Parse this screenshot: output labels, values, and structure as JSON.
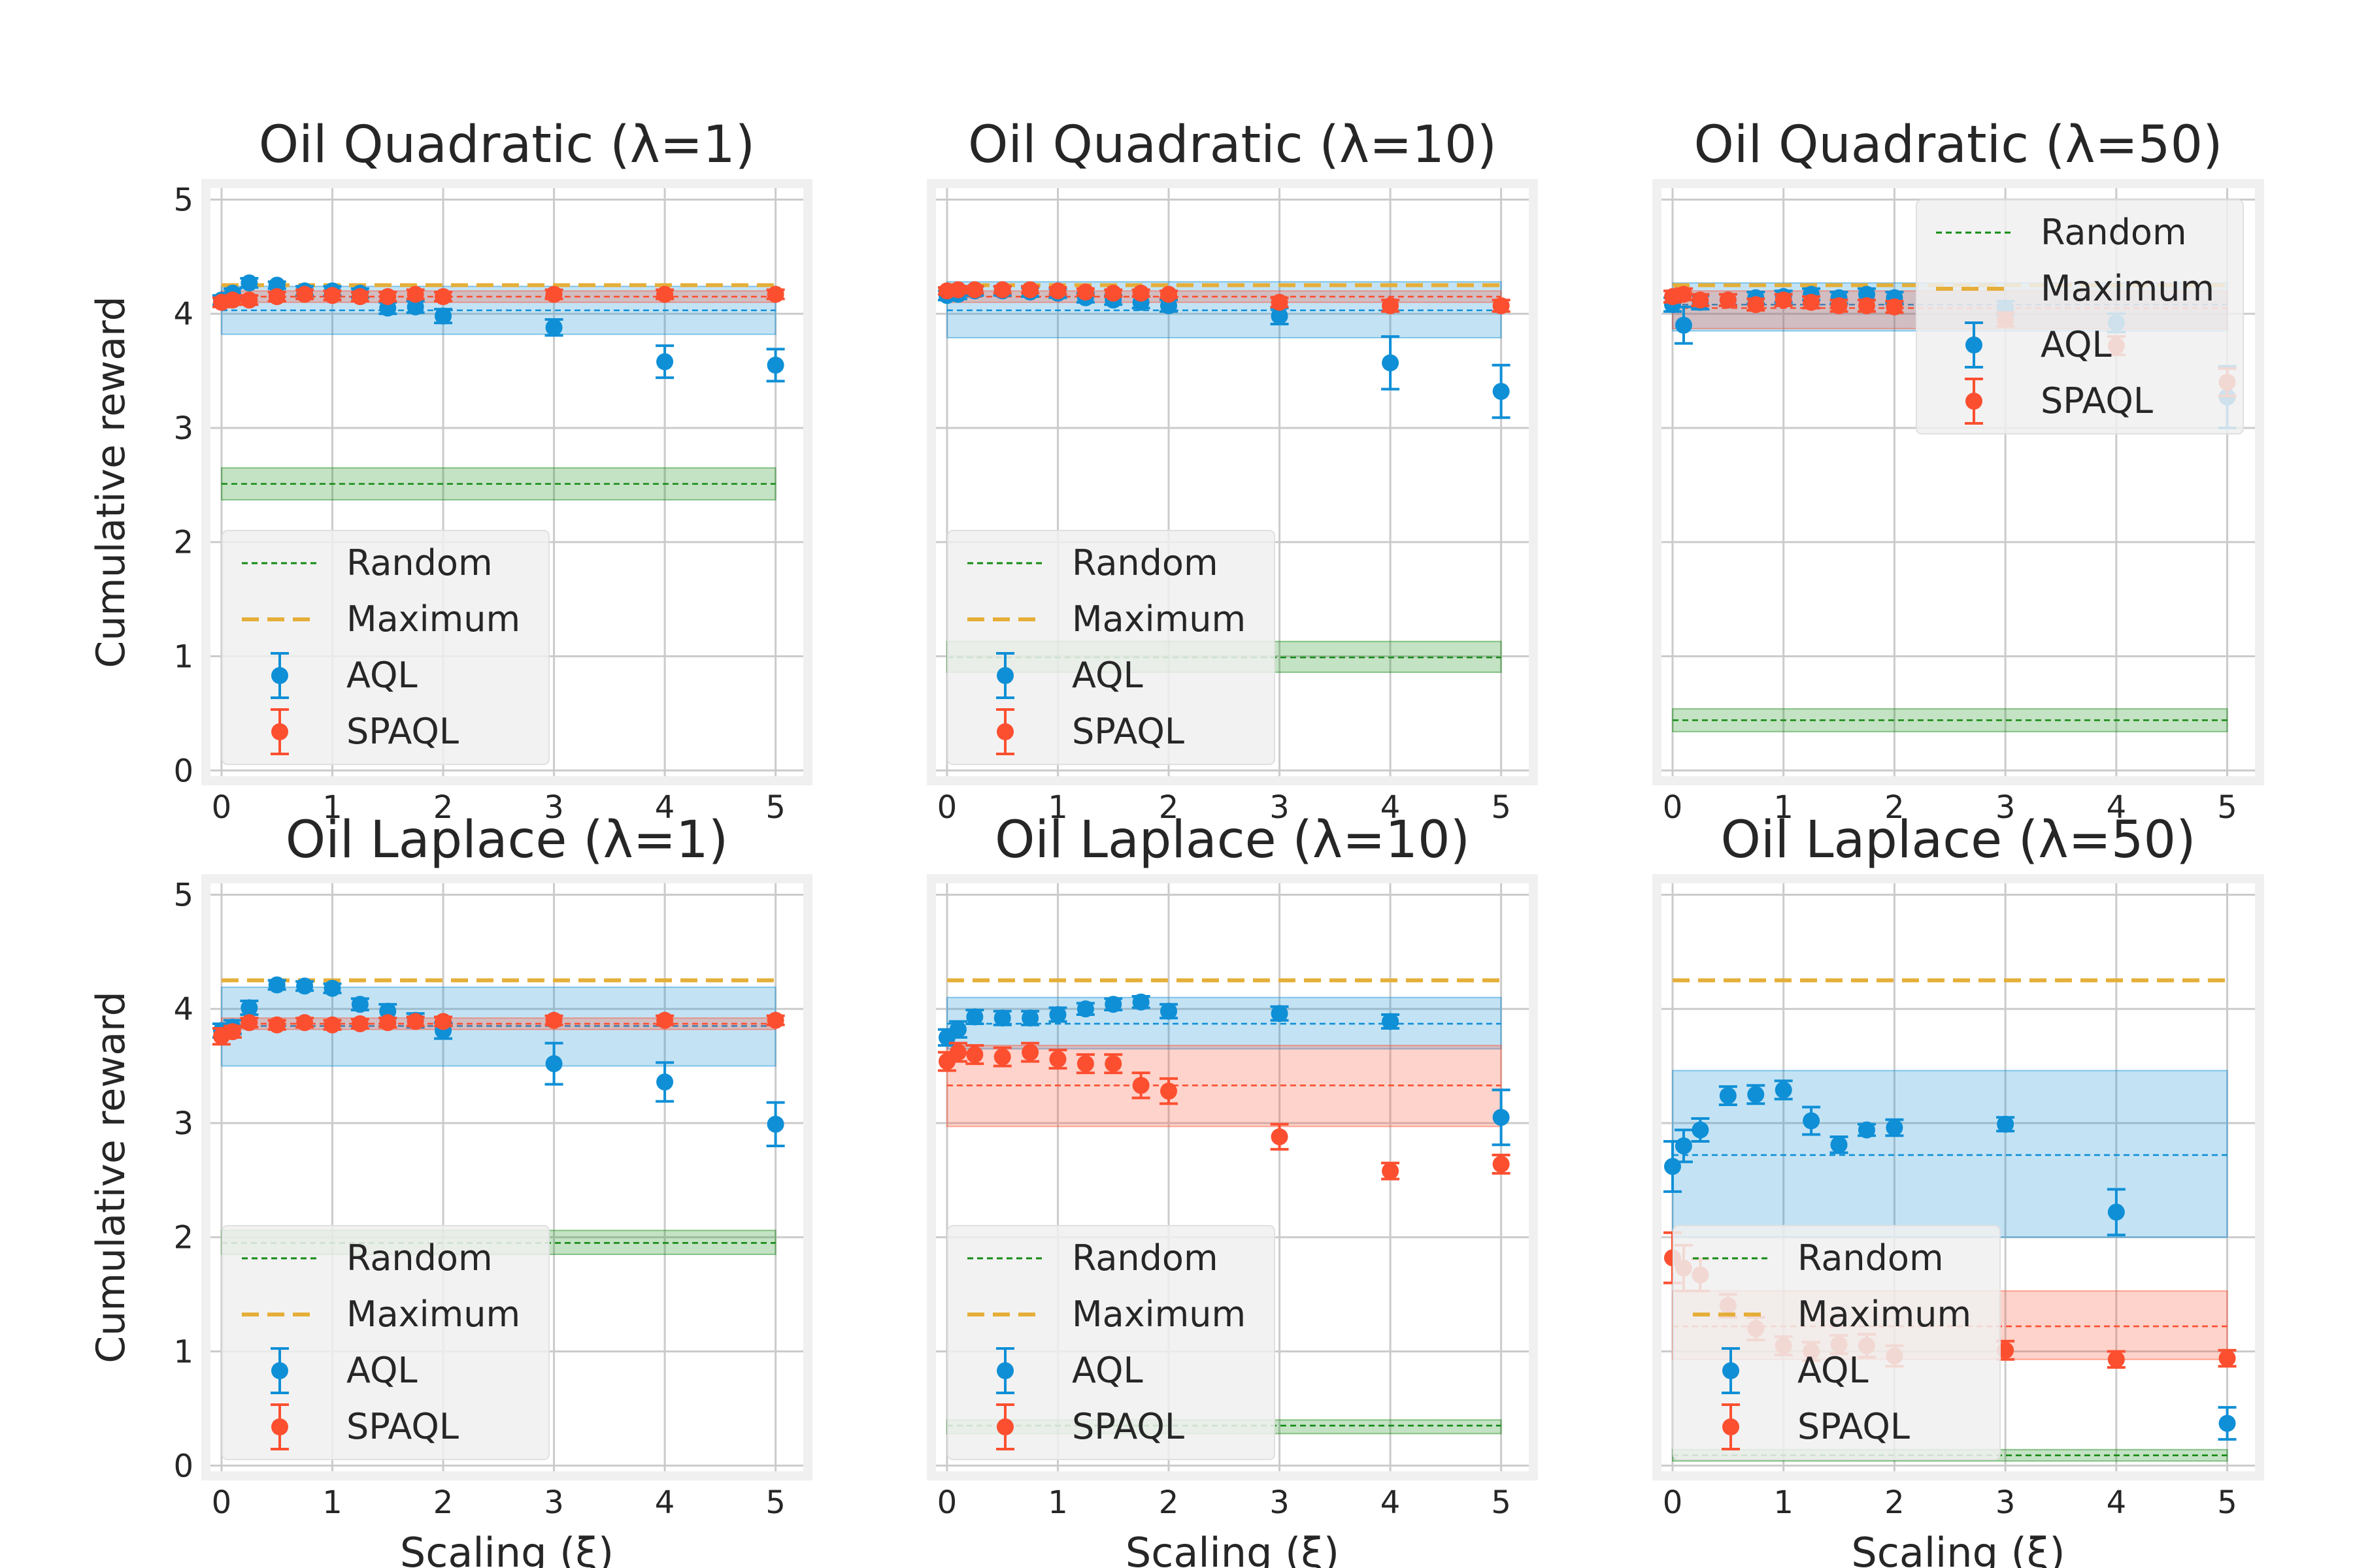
{
  "colors": {
    "aql": "#0f8fd6",
    "spaql": "#fc4f30",
    "random": "#138a13",
    "maximum": "#e5ae38",
    "grid": "#cbcbcb",
    "axes_bg": "#ffffff",
    "frame": "#f0f0f0"
  },
  "shared": {
    "xlabel": "Scaling (ξ)",
    "ylabel": "Cumulative reward",
    "legend_labels": [
      "Random",
      "Maximum",
      "AQL",
      "SPAQL"
    ]
  },
  "chart_data": [
    {
      "type": "scatter",
      "title": "Oil Quadratic (λ=1)",
      "xlabel": "",
      "ylabel": "Cumulative reward",
      "xlim": [
        -0.1,
        5.25
      ],
      "ylim": [
        -0.05,
        5.1
      ],
      "xticks": [
        0,
        1,
        2,
        3,
        4,
        5
      ],
      "yticks": [
        0,
        1,
        2,
        3,
        4,
        5
      ],
      "grid": true,
      "legend_position": "lower-left",
      "x": [
        0,
        0.1,
        0.25,
        0.5,
        0.75,
        1,
        1.25,
        1.5,
        1.75,
        2,
        3,
        4,
        5
      ],
      "series": [
        {
          "name": "AQL",
          "y": [
            4.12,
            4.18,
            4.27,
            4.25,
            4.2,
            4.2,
            4.18,
            4.05,
            4.06,
            3.98,
            3.88,
            3.58,
            3.55
          ],
          "err": [
            0.04,
            0.04,
            0.04,
            0.03,
            0.04,
            0.04,
            0.04,
            0.05,
            0.05,
            0.06,
            0.07,
            0.14,
            0.14
          ]
        },
        {
          "name": "SPAQL",
          "y": [
            4.1,
            4.12,
            4.12,
            4.15,
            4.17,
            4.16,
            4.15,
            4.15,
            4.17,
            4.15,
            4.17,
            4.17,
            4.17
          ],
          "err": [
            0.04,
            0.04,
            0.04,
            0.04,
            0.04,
            0.04,
            0.04,
            0.04,
            0.04,
            0.04,
            0.04,
            0.04,
            0.04
          ]
        },
        {
          "name": "Random",
          "mean": 2.51,
          "band": [
            2.37,
            2.65
          ]
        },
        {
          "name": "Maximum",
          "mean": 4.25
        },
        {
          "name": "AQL mean",
          "mean": 4.03,
          "band": [
            3.82,
            4.24
          ]
        },
        {
          "name": "SPAQL mean",
          "mean": 4.15,
          "band": [
            4.1,
            4.2
          ]
        }
      ]
    },
    {
      "type": "scatter",
      "title": "Oil Quadratic (λ=10)",
      "xlabel": "",
      "ylabel": "",
      "xlim": [
        -0.1,
        5.25
      ],
      "ylim": [
        -0.05,
        5.1
      ],
      "xticks": [
        0,
        1,
        2,
        3,
        4,
        5
      ],
      "yticks": [
        0,
        1,
        2,
        3,
        4,
        5
      ],
      "grid": true,
      "legend_position": "lower-left",
      "x": [
        0,
        0.1,
        0.25,
        0.5,
        0.75,
        1,
        1.25,
        1.5,
        1.75,
        2,
        3,
        4,
        5
      ],
      "series": [
        {
          "name": "AQL",
          "y": [
            4.16,
            4.17,
            4.2,
            4.2,
            4.19,
            4.18,
            4.14,
            4.12,
            4.1,
            4.07,
            3.98,
            3.57,
            3.32
          ],
          "err": [
            0.04,
            0.04,
            0.04,
            0.04,
            0.04,
            0.04,
            0.04,
            0.04,
            0.05,
            0.05,
            0.07,
            0.23,
            0.23
          ]
        },
        {
          "name": "SPAQL",
          "y": [
            4.2,
            4.21,
            4.21,
            4.21,
            4.21,
            4.2,
            4.19,
            4.18,
            4.18,
            4.17,
            4.1,
            4.07,
            4.07
          ],
          "err": [
            0.03,
            0.03,
            0.03,
            0.03,
            0.03,
            0.03,
            0.03,
            0.03,
            0.03,
            0.03,
            0.04,
            0.05,
            0.05
          ]
        },
        {
          "name": "Random",
          "mean": 0.99,
          "band": [
            0.86,
            1.13
          ]
        },
        {
          "name": "Maximum",
          "mean": 4.25
        },
        {
          "name": "AQL mean",
          "mean": 4.03,
          "band": [
            3.79,
            4.28
          ]
        },
        {
          "name": "SPAQL mean",
          "mean": 4.15,
          "band": [
            4.1,
            4.2
          ]
        }
      ]
    },
    {
      "type": "scatter",
      "title": "Oil Quadratic (λ=50)",
      "xlabel": "",
      "ylabel": "",
      "xlim": [
        -0.1,
        5.25
      ],
      "ylim": [
        -0.05,
        5.1
      ],
      "xticks": [
        0,
        1,
        2,
        3,
        4,
        5
      ],
      "yticks": [
        0,
        1,
        2,
        3,
        4,
        5
      ],
      "grid": true,
      "legend_position": "upper-right",
      "x": [
        0,
        0.1,
        0.25,
        0.5,
        0.75,
        1,
        1.25,
        1.5,
        1.75,
        2,
        3,
        4,
        5
      ],
      "series": [
        {
          "name": "AQL",
          "y": [
            4.08,
            3.9,
            4.1,
            4.12,
            4.14,
            4.15,
            4.17,
            4.14,
            4.17,
            4.14,
            4.05,
            3.92,
            3.27
          ],
          "err": [
            0.06,
            0.16,
            0.06,
            0.05,
            0.05,
            0.05,
            0.05,
            0.05,
            0.05,
            0.05,
            0.06,
            0.08,
            0.27
          ]
        },
        {
          "name": "SPAQL",
          "y": [
            4.15,
            4.17,
            4.12,
            4.12,
            4.08,
            4.12,
            4.1,
            4.07,
            4.07,
            4.06,
            3.95,
            3.72,
            3.4
          ],
          "err": [
            0.05,
            0.05,
            0.05,
            0.05,
            0.05,
            0.05,
            0.05,
            0.05,
            0.05,
            0.05,
            0.06,
            0.08,
            0.12
          ]
        },
        {
          "name": "Random",
          "mean": 0.44,
          "band": [
            0.34,
            0.54
          ]
        },
        {
          "name": "Maximum",
          "mean": 4.25
        },
        {
          "name": "AQL mean",
          "mean": 4.08,
          "band": [
            3.85,
            4.27
          ]
        },
        {
          "name": "SPAQL mean",
          "mean": 4.05,
          "band": [
            3.87,
            4.2
          ]
        }
      ]
    },
    {
      "type": "scatter",
      "title": "Oil Laplace (λ=1)",
      "xlabel": "Scaling (ξ)",
      "ylabel": "Cumulative reward",
      "xlim": [
        -0.1,
        5.25
      ],
      "ylim": [
        -0.05,
        5.1
      ],
      "xticks": [
        0,
        1,
        2,
        3,
        4,
        5
      ],
      "yticks": [
        0,
        1,
        2,
        3,
        4,
        5
      ],
      "grid": true,
      "legend_position": "lower-left",
      "x": [
        0,
        0.1,
        0.25,
        0.5,
        0.75,
        1,
        1.25,
        1.5,
        1.75,
        2,
        3,
        4,
        5
      ],
      "series": [
        {
          "name": "AQL",
          "y": [
            3.81,
            3.84,
            4.01,
            4.21,
            4.2,
            4.18,
            4.04,
            3.98,
            3.9,
            3.81,
            3.52,
            3.36,
            2.99
          ],
          "err": [
            0.06,
            0.06,
            0.06,
            0.04,
            0.04,
            0.04,
            0.05,
            0.06,
            0.06,
            0.07,
            0.18,
            0.17,
            0.19
          ]
        },
        {
          "name": "SPAQL",
          "y": [
            3.76,
            3.8,
            3.88,
            3.86,
            3.88,
            3.86,
            3.87,
            3.88,
            3.89,
            3.89,
            3.9,
            3.9,
            3.9
          ],
          "err": [
            0.07,
            0.05,
            0.04,
            0.04,
            0.04,
            0.04,
            0.04,
            0.04,
            0.04,
            0.04,
            0.04,
            0.04,
            0.04
          ]
        },
        {
          "name": "Random",
          "mean": 1.95,
          "band": [
            1.85,
            2.06
          ]
        },
        {
          "name": "Maximum",
          "mean": 4.25
        },
        {
          "name": "AQL mean",
          "mean": 3.85,
          "band": [
            3.5,
            4.19
          ]
        },
        {
          "name": "SPAQL mean",
          "mean": 3.87,
          "band": [
            3.82,
            3.92
          ]
        }
      ]
    },
    {
      "type": "scatter",
      "title": "Oil Laplace (λ=10)",
      "xlabel": "Scaling (ξ)",
      "ylabel": "",
      "xlim": [
        -0.1,
        5.25
      ],
      "ylim": [
        -0.05,
        5.1
      ],
      "xticks": [
        0,
        1,
        2,
        3,
        4,
        5
      ],
      "yticks": [
        0,
        1,
        2,
        3,
        4,
        5
      ],
      "grid": true,
      "legend_position": "lower-left",
      "x": [
        0,
        0.1,
        0.25,
        0.5,
        0.75,
        1,
        1.25,
        1.5,
        1.75,
        2,
        3,
        4,
        5
      ],
      "series": [
        {
          "name": "AQL",
          "y": [
            3.75,
            3.82,
            3.93,
            3.92,
            3.92,
            3.95,
            4.0,
            4.04,
            4.06,
            3.98,
            3.96,
            3.89,
            3.05
          ],
          "err": [
            0.07,
            0.07,
            0.06,
            0.06,
            0.06,
            0.06,
            0.05,
            0.05,
            0.05,
            0.06,
            0.06,
            0.06,
            0.24
          ]
        },
        {
          "name": "SPAQL",
          "y": [
            3.54,
            3.62,
            3.6,
            3.58,
            3.62,
            3.56,
            3.52,
            3.52,
            3.33,
            3.28,
            2.88,
            2.58,
            2.64
          ],
          "err": [
            0.08,
            0.08,
            0.08,
            0.08,
            0.08,
            0.08,
            0.08,
            0.08,
            0.11,
            0.11,
            0.11,
            0.07,
            0.08
          ]
        },
        {
          "name": "Random",
          "mean": 0.35,
          "band": [
            0.28,
            0.4
          ]
        },
        {
          "name": "Maximum",
          "mean": 4.25
        },
        {
          "name": "AQL mean",
          "mean": 3.87,
          "band": [
            3.65,
            4.1
          ]
        },
        {
          "name": "SPAQL mean",
          "mean": 3.33,
          "band": [
            2.97,
            3.68
          ]
        }
      ]
    },
    {
      "type": "scatter",
      "title": "Oil Laplace (λ=50)",
      "xlabel": "Scaling (ξ)",
      "ylabel": "",
      "xlim": [
        -0.1,
        5.25
      ],
      "ylim": [
        -0.05,
        5.1
      ],
      "xticks": [
        0,
        1,
        2,
        3,
        4,
        5
      ],
      "yticks": [
        0,
        1,
        2,
        3,
        4,
        5
      ],
      "grid": true,
      "legend_position": "lower-left",
      "x": [
        0,
        0.1,
        0.25,
        0.5,
        0.75,
        1,
        1.25,
        1.5,
        1.75,
        2,
        3,
        4,
        5
      ],
      "series": [
        {
          "name": "AQL",
          "y": [
            2.62,
            2.8,
            2.94,
            3.24,
            3.25,
            3.29,
            3.02,
            2.81,
            2.94,
            2.96,
            2.99,
            2.22,
            0.37
          ],
          "err": [
            0.22,
            0.14,
            0.1,
            0.08,
            0.08,
            0.08,
            0.12,
            0.07,
            0.05,
            0.07,
            0.06,
            0.2,
            0.14
          ]
        },
        {
          "name": "SPAQL",
          "y": [
            1.82,
            1.73,
            1.67,
            1.4,
            1.2,
            1.05,
            1.0,
            1.06,
            1.05,
            0.96,
            1.01,
            0.93,
            0.94
          ],
          "err": [
            0.22,
            0.2,
            0.14,
            0.1,
            0.1,
            0.08,
            0.08,
            0.08,
            0.1,
            0.09,
            0.08,
            0.07,
            0.07
          ]
        },
        {
          "name": "Random",
          "mean": 0.09,
          "band": [
            0.04,
            0.14
          ]
        },
        {
          "name": "Maximum",
          "mean": 4.25
        },
        {
          "name": "AQL mean",
          "mean": 2.72,
          "band": [
            2.0,
            3.46
          ]
        },
        {
          "name": "SPAQL mean",
          "mean": 1.22,
          "band": [
            0.93,
            1.53
          ]
        }
      ]
    }
  ]
}
